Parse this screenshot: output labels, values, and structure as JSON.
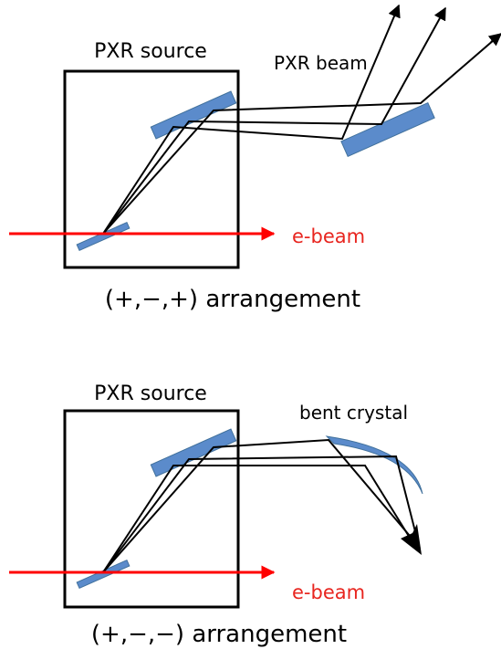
{
  "colors": {
    "crystal_fill": "#5B8BCB",
    "crystal_stroke": "#41719C",
    "electron_beam": "#FF0000",
    "rays": "#000000",
    "source_box": "#000000"
  },
  "panels": [
    {
      "source_label": "PXR source",
      "beam_label": "PXR beam",
      "ebeam_label": "e-beam",
      "caption": "(+,−,+) arrangement"
    },
    {
      "source_label": "PXR source",
      "crystal_label": "bent crystal",
      "ebeam_label": "e-beam",
      "caption": "(+,−,−) arrangement"
    }
  ]
}
